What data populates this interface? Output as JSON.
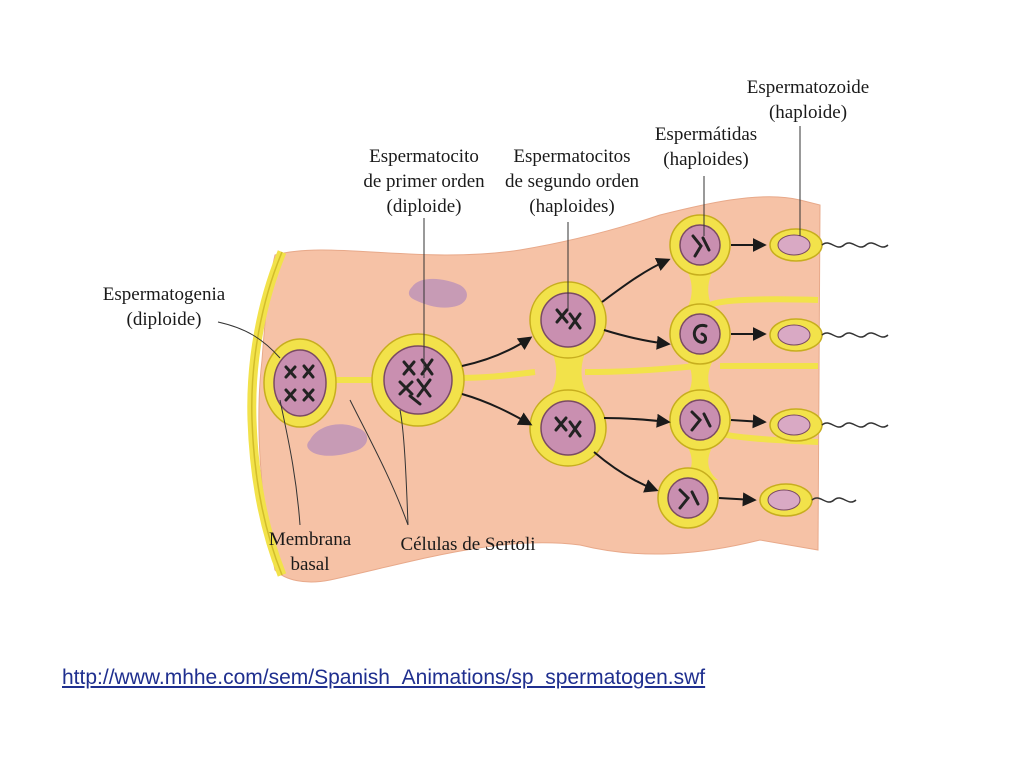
{
  "labels": {
    "spermatozoid": [
      "Espermatozoide",
      "(haploide)"
    ],
    "spermatids": [
      "Espermátidas",
      "(haploides)"
    ],
    "primary_spermatocyte": [
      "Espermatocito",
      "de primer orden",
      "(diploide)"
    ],
    "secondary_spermatocytes": [
      "Espermatocitos",
      "de segundo orden",
      "(haploides)"
    ],
    "spermatogonium": [
      "Espermatogenia",
      "(diploide)"
    ],
    "basal_membrane": [
      "Membrana",
      "basal"
    ],
    "sertoli_cells": [
      "Células de Sertoli"
    ]
  },
  "source_url": "http://www.mhhe.com/sem/Spanish_Animations/sp_spermatogen.swf",
  "colors": {
    "tissue": "#f6c2a6",
    "cytoplasm_ring": "#f2e24a",
    "nucleus": "#c98fb0",
    "blob": "#c79bb5",
    "link": "#1f2f8f"
  }
}
